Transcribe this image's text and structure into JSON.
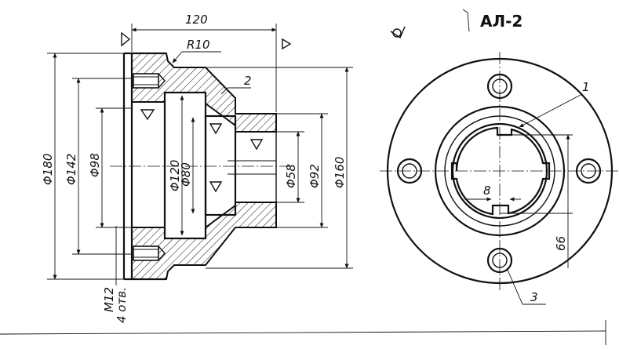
{
  "title": "АЛ-2",
  "dimensions": {
    "length": "120",
    "radius": "R10",
    "d180": "Φ180",
    "d142": "Φ142",
    "d98": "Φ98",
    "d120": "Φ120",
    "d80": "Φ80",
    "d58": "Φ58",
    "d92": "Φ92",
    "d160": "Φ160",
    "thread": "M12",
    "holes": "4 отв.",
    "keyway_width": "8",
    "keyway_depth": "66"
  },
  "callouts": {
    "c1": "1",
    "c2": "2",
    "c3": "3"
  },
  "colors": {
    "ink": "#111111",
    "paper": "#ffffff"
  }
}
